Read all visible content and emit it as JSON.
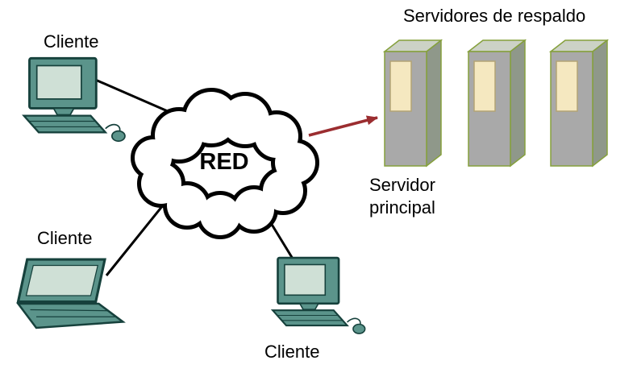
{
  "diagram": {
    "type": "network-topology",
    "labels": {
      "backup_servers_title": "Servidores de respaldo",
      "network": "RED",
      "main_server": "Servidor principal",
      "client_top": "Cliente",
      "client_left": "Cliente",
      "client_bottom": "Cliente"
    },
    "nodes": [
      {
        "id": "client-top",
        "kind": "desktop-computer",
        "label": "Cliente"
      },
      {
        "id": "client-left",
        "kind": "laptop",
        "label": "Cliente"
      },
      {
        "id": "client-bottom",
        "kind": "desktop-computer",
        "label": "Cliente"
      },
      {
        "id": "network",
        "kind": "cloud",
        "label": "RED"
      },
      {
        "id": "server-1",
        "kind": "server-tower",
        "label": "Servidor principal"
      },
      {
        "id": "server-2",
        "kind": "server-tower",
        "label": ""
      },
      {
        "id": "server-3",
        "kind": "server-tower",
        "label": ""
      }
    ],
    "edges": [
      {
        "from": "client-top",
        "to": "network",
        "style": "line"
      },
      {
        "from": "client-left",
        "to": "network",
        "style": "line"
      },
      {
        "from": "client-bottom",
        "to": "network",
        "style": "line"
      },
      {
        "from": "network",
        "to": "server-1",
        "style": "arrow"
      }
    ],
    "colors": {
      "background": "#ffffff",
      "text": "#000000",
      "connector": "#000000",
      "arrow": "#9b2d30",
      "device_body": "#5b948b",
      "device_screen": "#cfe0d6",
      "device_outline": "#16413c",
      "server_front": "#a9a9a9",
      "server_side": "#8f988a",
      "server_top": "#ccd2c6",
      "server_edge": "#85a03c",
      "server_panel": "#f5e8c0"
    }
  }
}
